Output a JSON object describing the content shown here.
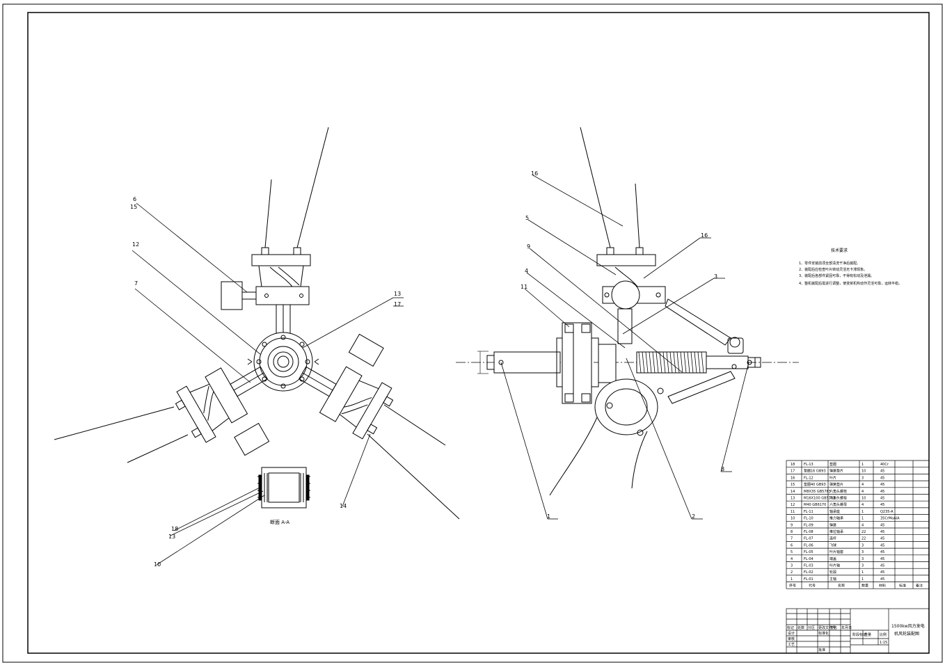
{
  "drawing": {
    "title_line1": "1500kw风力发电",
    "title_line2": "机风轮装配图",
    "section_caption": "断面 A-A",
    "tech_notes_title": "技术要求",
    "tech_notes": [
      "1、零件安装前须全部清洗干净后装配。",
      "2、装配后应检查叶片转动灵活无卡滞现象。",
      "3、装配后各部件紧固可靠，不得有松动及泄漏。",
      "4、整机装配后需进行调整，使变桨机构动作灵活可靠，运转平稳。"
    ]
  },
  "balloons_left": {
    "b6": "6",
    "b15": "15",
    "b12": "12",
    "b7": "7",
    "b13": "13",
    "b17": "17",
    "b14": "14",
    "b18": "18",
    "b13b": "13",
    "b10": "10"
  },
  "balloons_right": {
    "b16a": "16",
    "b5": "5",
    "b9": "9",
    "b4": "4",
    "b11": "11",
    "b16b": "16",
    "b3": "3",
    "b8": "8",
    "b1": "1",
    "b2": "2"
  },
  "bom": {
    "rows": [
      {
        "no": "18",
        "code": "FL-13",
        "name": "垫圈",
        "qty": "1",
        "mat": "40Cr"
      },
      {
        "no": "17",
        "code": "垫圈16 GB93",
        "name": "弹簧垫片",
        "qty": "10",
        "mat": "45"
      },
      {
        "no": "16",
        "code": "FL-12",
        "name": "叶片",
        "qty": "3",
        "mat": "45"
      },
      {
        "no": "15",
        "code": "垫圈40 GB93",
        "name": "弹簧垫片",
        "qty": "4",
        "mat": "45"
      },
      {
        "no": "14",
        "code": "M8X35 GB5783",
        "name": "六角头螺栓",
        "qty": "4",
        "mat": "45"
      },
      {
        "no": "13",
        "code": "M16X100 GB5782",
        "name": "六角头螺栓",
        "qty": "10",
        "mat": "45"
      },
      {
        "no": "12",
        "code": "M40 GB6170",
        "name": "六角头螺母",
        "qty": "4",
        "mat": "45"
      },
      {
        "no": "11",
        "code": "FL-11",
        "name": "轴承座",
        "qty": "1",
        "mat": "Q235-A"
      },
      {
        "no": "10",
        "code": "FL-10",
        "name": "推力轴承",
        "qty": "1",
        "mat": "35CrMoAlA"
      },
      {
        "no": "9",
        "code": "FL-09",
        "name": "弹簧",
        "qty": "4",
        "mat": "45"
      },
      {
        "no": "8",
        "code": "FL-08",
        "name": "推拉轴承",
        "qty": "22",
        "mat": "45"
      },
      {
        "no": "7",
        "code": "FL-07",
        "name": "连杆",
        "qty": "22",
        "mat": "45"
      },
      {
        "no": "6",
        "code": "FL-06",
        "name": "飞球",
        "qty": "3",
        "mat": "45"
      },
      {
        "no": "5",
        "code": "FL-05",
        "name": "叶片轴套",
        "qty": "3",
        "mat": "45"
      },
      {
        "no": "4",
        "code": "FL-04",
        "name": "端盖",
        "qty": "3",
        "mat": "45"
      },
      {
        "no": "3",
        "code": "FL-03",
        "name": "叶片轴",
        "qty": "3",
        "mat": "45"
      },
      {
        "no": "2",
        "code": "FL-02",
        "name": "轮毂",
        "qty": "1",
        "mat": "45"
      },
      {
        "no": "1",
        "code": "FL-01",
        "name": "主轴",
        "qty": "1",
        "mat": "45"
      }
    ],
    "headers": {
      "no": "序号",
      "code": "代号",
      "name": "名称",
      "qty": "数量",
      "mat": "材料",
      "std": "标准",
      "remark": "备注"
    }
  },
  "title_block": {
    "stage": "阶段标记",
    "weight": "重量",
    "scale_label": "比例",
    "scale": "1:15",
    "labels": [
      "标记",
      "处数",
      "分区",
      "更改文件号",
      "签名",
      "年月日"
    ],
    "roles": [
      "设计",
      "标准化",
      "审核",
      "工艺",
      "批准"
    ]
  }
}
